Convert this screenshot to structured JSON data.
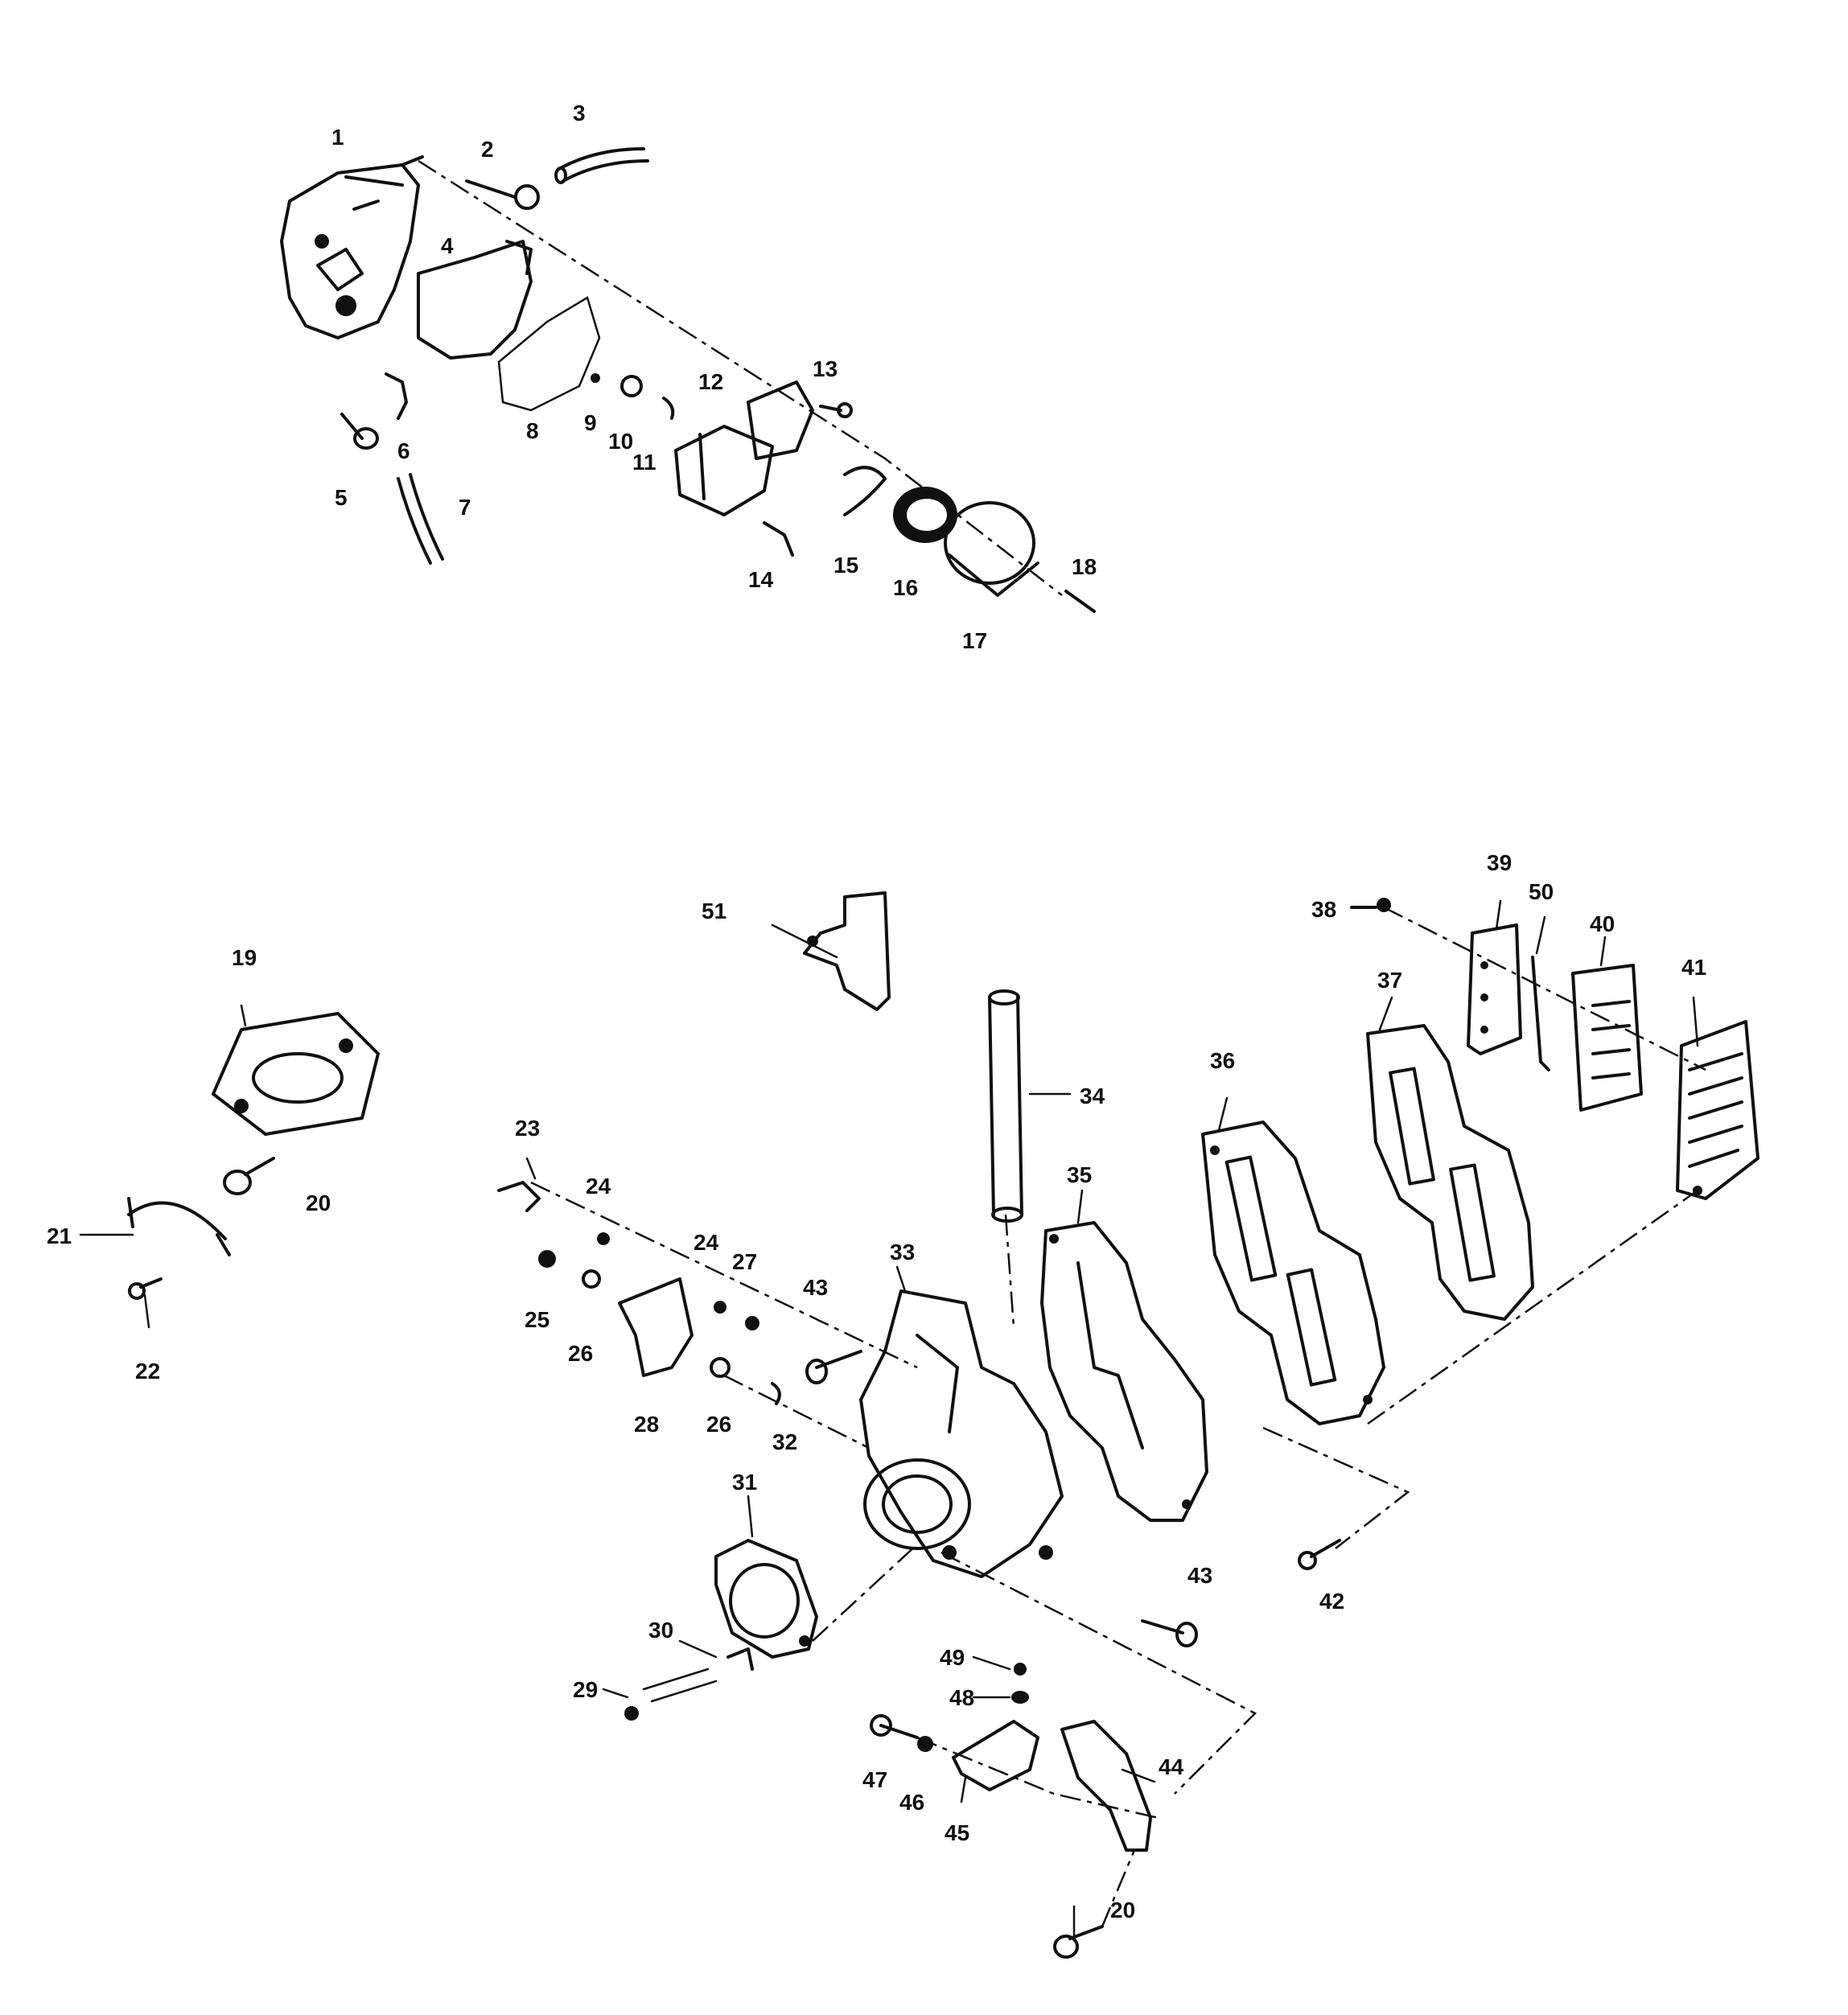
{
  "labels": {
    "p1": "1",
    "p2": "2",
    "p3": "3",
    "p4": "4",
    "p5": "5",
    "p6": "6",
    "p7": "7",
    "p8": "8",
    "p9": "9",
    "p10": "10",
    "p11": "11",
    "p12": "12",
    "p13": "13",
    "p14": "14",
    "p15": "15",
    "p16": "16",
    "p17": "17",
    "p18": "18",
    "p19": "19",
    "p20a": "20",
    "p20b": "20",
    "p21": "21",
    "p22": "22",
    "p23": "23",
    "p24a": "24",
    "p24b": "24",
    "p25": "25",
    "p26a": "26",
    "p26b": "26",
    "p27": "27",
    "p28": "28",
    "p29": "29",
    "p30": "30",
    "p31": "31",
    "p32": "32",
    "p33": "33",
    "p34": "34",
    "p35": "35",
    "p36": "36",
    "p37": "37",
    "p38": "38",
    "p39": "39",
    "p40": "40",
    "p41": "41",
    "p42": "42",
    "p43a": "43",
    "p43b": "43",
    "p44": "44",
    "p45": "45",
    "p46": "46",
    "p47": "47",
    "p48": "48",
    "p49": "49",
    "p50": "50",
    "p51": "51"
  },
  "colors": {
    "ink": "#111111",
    "background": "#ffffff"
  }
}
